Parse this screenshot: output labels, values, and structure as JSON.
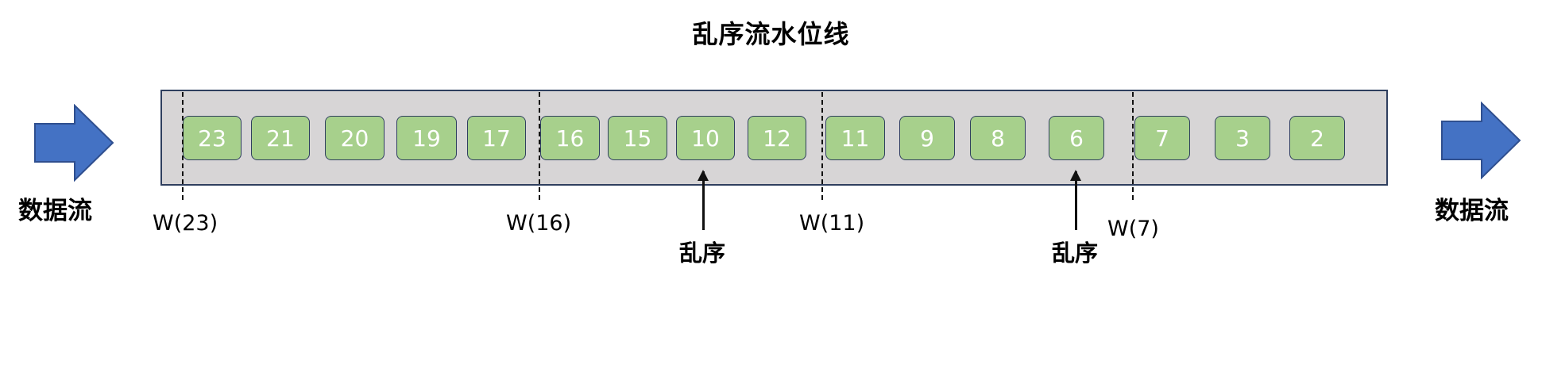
{
  "title": "乱序流水位线",
  "flow_label_left": "数据流",
  "flow_label_right": "数据流",
  "items": [
    "23",
    "21",
    "20",
    "19",
    "17",
    "16",
    "15",
    "10",
    "12",
    "11",
    "9",
    "8",
    "6",
    "7",
    "3",
    "2"
  ],
  "watermarks": [
    "W(23)",
    "W(16)",
    "W(11)",
    "W(7)"
  ],
  "out_of_order": [
    "乱序",
    "乱序"
  ],
  "colors": {
    "event_fill": "#a7d08c",
    "stream_bg": "#d7d5d6",
    "border": "#2f3f5f",
    "arrow_fill": "#4472c4"
  }
}
